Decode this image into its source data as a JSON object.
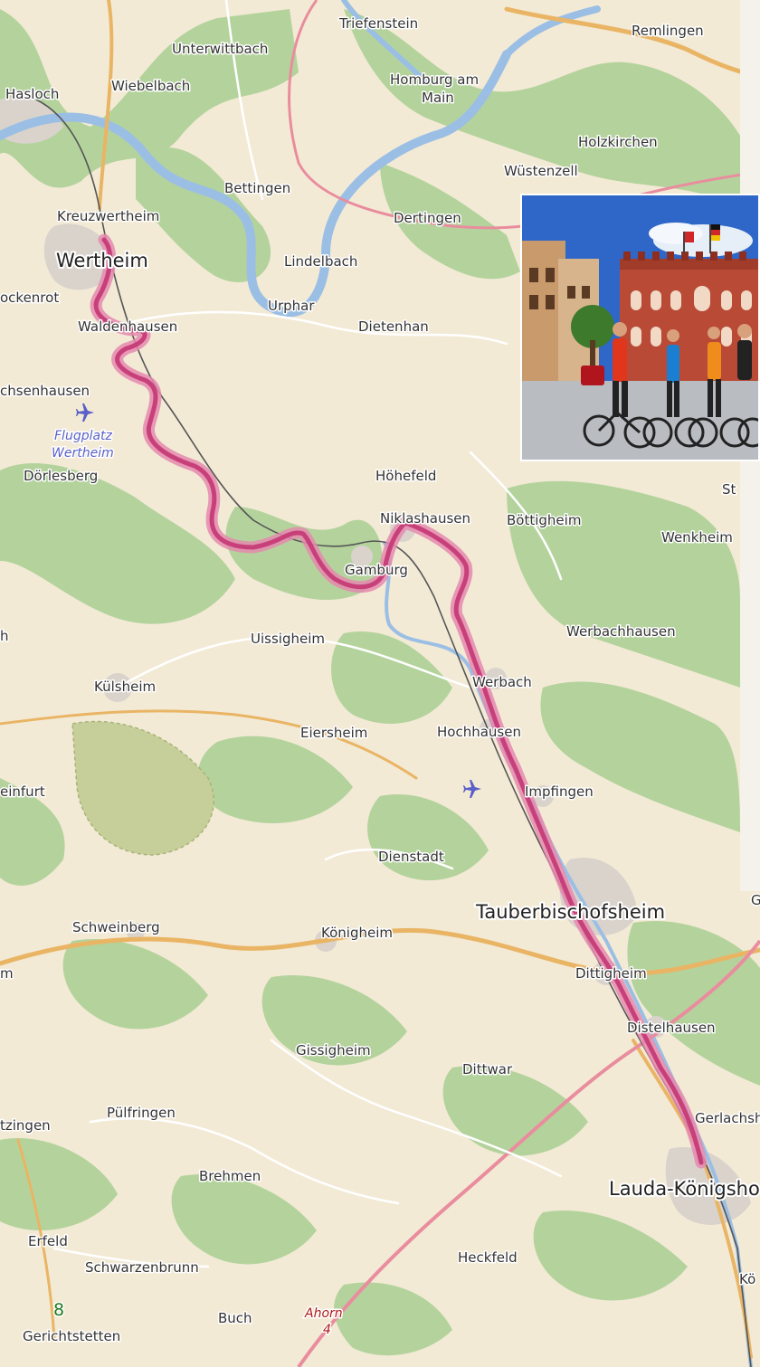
{
  "map": {
    "places": [
      {
        "id": "triefenstein",
        "name": "Triefenstein"
      },
      {
        "id": "remlingen",
        "name": "Remlingen"
      },
      {
        "id": "unterwittbach",
        "name": "Unterwittbach"
      },
      {
        "id": "hasloch",
        "name": "Hasloch"
      },
      {
        "id": "wiebelbach",
        "name": "Wiebelbach"
      },
      {
        "id": "homburg-line1",
        "name": "Homburg am"
      },
      {
        "id": "homburg-line2",
        "name": "Main"
      },
      {
        "id": "holzkirchen",
        "name": "Holzkirchen"
      },
      {
        "id": "wuestenzell",
        "name": "Wüstenzell"
      },
      {
        "id": "bettingen",
        "name": "Bettingen"
      },
      {
        "id": "kreuzwertheim",
        "name": "Kreuzwertheim"
      },
      {
        "id": "dertingen",
        "name": "Dertingen"
      },
      {
        "id": "lindelbach",
        "name": "Lindelbach"
      },
      {
        "id": "ockenrot",
        "name": "ockenrot"
      },
      {
        "id": "urphar",
        "name": "Urphar"
      },
      {
        "id": "waldenhausen",
        "name": "Waldenhausen"
      },
      {
        "id": "dietenhan",
        "name": "Dietenhan"
      },
      {
        "id": "sachsenhausen",
        "name": "chsenhausen"
      },
      {
        "id": "doerlesberg",
        "name": "Dörlesberg"
      },
      {
        "id": "hoehefeld",
        "name": "Höhefeld"
      },
      {
        "id": "niklashausen",
        "name": "Niklashausen"
      },
      {
        "id": "boettigheim",
        "name": "Böttigheim"
      },
      {
        "id": "st-partial",
        "name": "St"
      },
      {
        "id": "wenkheim",
        "name": "Wenkheim"
      },
      {
        "id": "gamburg",
        "name": "Gamburg"
      },
      {
        "id": "h-partial",
        "name": "h"
      },
      {
        "id": "uissigheim",
        "name": "Uissigheim"
      },
      {
        "id": "werbachhausen",
        "name": "Werbachhausen"
      },
      {
        "id": "kuelsheim",
        "name": "Külsheim"
      },
      {
        "id": "werbach",
        "name": "Werbach"
      },
      {
        "id": "eiersheim",
        "name": "Eiersheim"
      },
      {
        "id": "hochhausen",
        "name": "Hochhausen"
      },
      {
        "id": "einfurt",
        "name": "einfurt"
      },
      {
        "id": "impfingen",
        "name": "Impfingen"
      },
      {
        "id": "dienstadt",
        "name": "Dienstadt"
      },
      {
        "id": "g-partial",
        "name": "G"
      },
      {
        "id": "schweinberg",
        "name": "Schweinberg"
      },
      {
        "id": "koenigheim",
        "name": "Königheim"
      },
      {
        "id": "m-partial",
        "name": "m"
      },
      {
        "id": "dittigheim",
        "name": "Dittigheim"
      },
      {
        "id": "distelhausen",
        "name": "Distelhausen"
      },
      {
        "id": "gissigheim",
        "name": "Gissigheim"
      },
      {
        "id": "dittwar",
        "name": "Dittwar"
      },
      {
        "id": "puelfringen",
        "name": "Pülfringen"
      },
      {
        "id": "tzingen",
        "name": "tzingen"
      },
      {
        "id": "gerlachsheim",
        "name": "Gerlachsh"
      },
      {
        "id": "brehmen",
        "name": "Brehmen"
      },
      {
        "id": "erfeld",
        "name": "Erfeld"
      },
      {
        "id": "heckfeld",
        "name": "Heckfeld"
      },
      {
        "id": "schwarzenbrunn",
        "name": "Schwarzenbrunn"
      },
      {
        "id": "koe-partial",
        "name": "Kö"
      },
      {
        "id": "buch",
        "name": "Buch"
      },
      {
        "id": "gerichtstetten",
        "name": "Gerichtstetten"
      }
    ],
    "towns": [
      {
        "id": "wertheim",
        "name": "Wertheim"
      },
      {
        "id": "tauberbischofsheim",
        "name": "Tauberbischofsheim"
      },
      {
        "id": "lauda",
        "name": "Lauda-Königsho"
      }
    ],
    "airfield": {
      "line1": "Flugplatz",
      "line2": "Wertheim"
    },
    "road_label": {
      "line1": "Ahorn",
      "line2": "4"
    },
    "route_number": "8",
    "colors": {
      "land": "#f3ead6",
      "forest": "#b4d39c",
      "water": "#9bbfe4",
      "route": "#c8407a",
      "route_glow": "#e48aae",
      "major_road": "#e9b565",
      "motorway": "#e98d9e",
      "rail": "#555555",
      "settlement": "#d9d3cc",
      "accent": "#f08a24"
    }
  },
  "photo": {
    "description": "cyclists in front of red brick town hall"
  }
}
